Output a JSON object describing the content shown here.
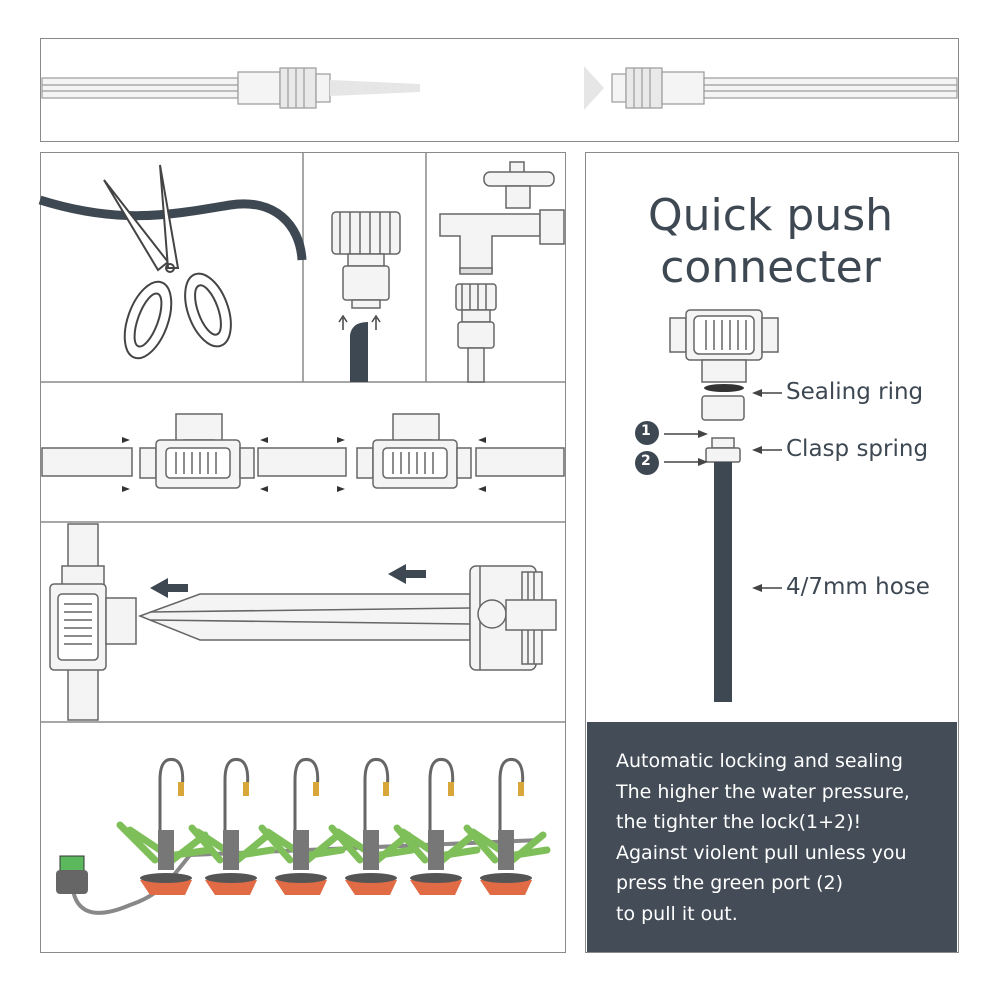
{
  "title_lines": [
    "Quick push",
    "connecter"
  ],
  "labels": {
    "sealing_ring": "Sealing ring",
    "clasp_spring": "Clasp spring",
    "hose": "4/7mm hose"
  },
  "badges": [
    "1",
    "2"
  ],
  "description_lines": [
    "Automatic locking and sealing",
    "The higher the water pressure,",
    "the tighter the lock(1+2)!",
    "Against violent pull unless you",
    "press the green port (2)",
    "to pull it out."
  ],
  "colors": {
    "text_dark": "#3e4852",
    "panel_dark": "#434c57",
    "hose": "#3e4852",
    "leaf_green": "#7fbf5a",
    "pot": "#e06b45",
    "port_green": "#5cb85c",
    "nozzle_gold": "#d9a63a"
  }
}
